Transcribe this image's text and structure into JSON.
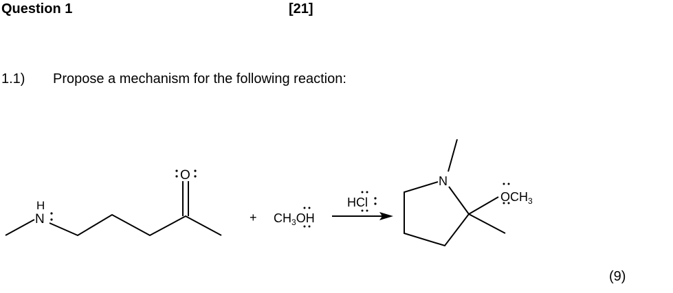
{
  "header": {
    "title": "Question 1",
    "marks": "[21]"
  },
  "question": {
    "number": "1.1)",
    "text": "Propose a mechanism for the following reaction:",
    "marks": "(9)"
  },
  "reaction": {
    "reactant1": {
      "nitrogen": "N",
      "hydrogen": "H",
      "oxygen": "O"
    },
    "plus": "+",
    "reactant2": {
      "ch3": "CH",
      "sub3": "3",
      "oh": "OH"
    },
    "reagent": {
      "h": "H",
      "cl": "Cl"
    },
    "product": {
      "nitrogen": "N",
      "och": "OCH",
      "sub3": "3"
    }
  }
}
